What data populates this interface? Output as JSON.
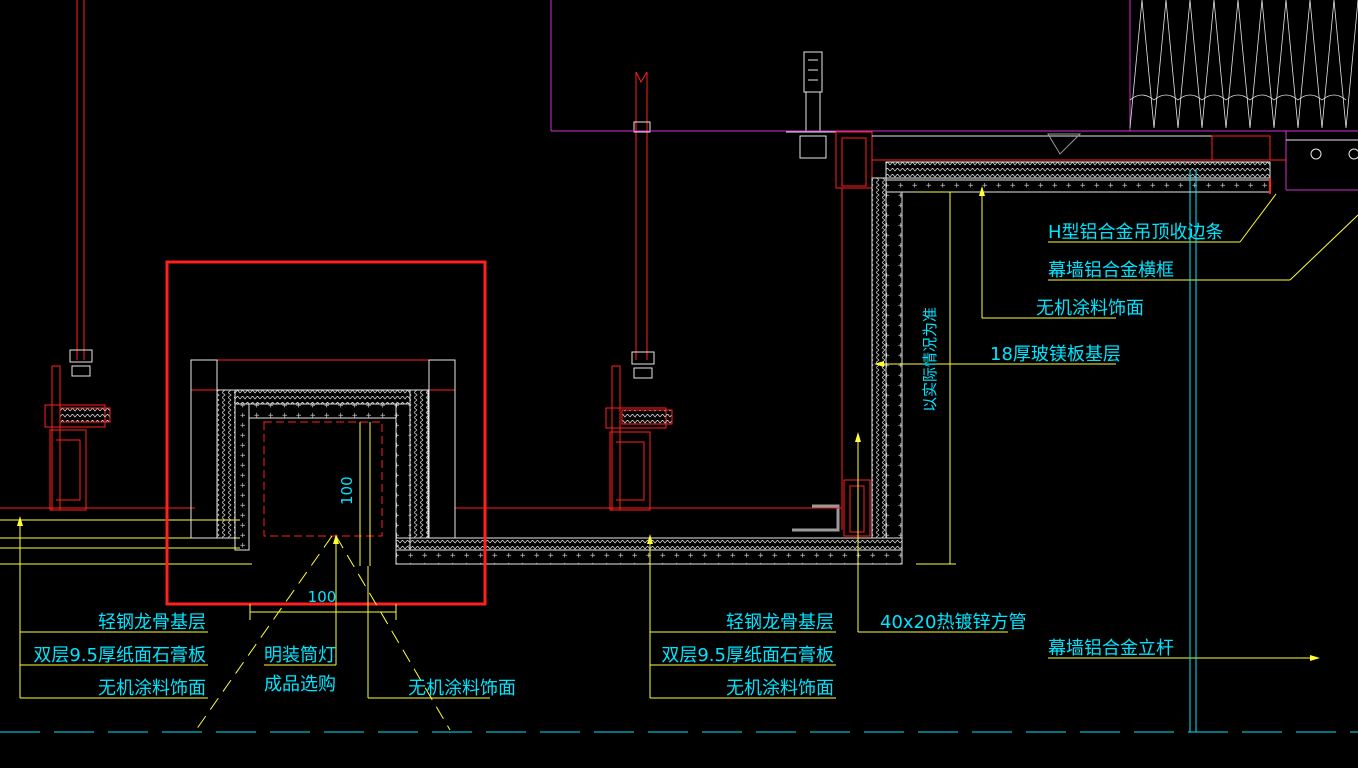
{
  "colors": {
    "background": "#000000",
    "red": "#ff2020",
    "yellow": "#ffff33",
    "cyan": "#00e5ff",
    "magenta": "#cc33cc",
    "white": "#e6e6e6",
    "grey": "#9a9a9a"
  },
  "labels": {
    "left_stack": {
      "line1": "轻钢龙骨基层",
      "line2": "双层9.5厚纸面石膏板",
      "line3": "无机涂料饰面"
    },
    "lamp": {
      "line1": "明装筒灯",
      "line2": "成品选购"
    },
    "center_finish": "无机涂料饰面",
    "mid_stack": {
      "line1": "轻钢龙骨基层",
      "line2": "双层9.5厚纸面石膏板",
      "line3": "无机涂料饰面"
    },
    "tube": "40x20热镀锌方管",
    "mullion": "幕墙铝合金立杆",
    "right": {
      "h_trim": "H型铝合金吊顶收边条",
      "transom": "幕墙铝合金横框",
      "finish": "无机涂料饰面",
      "board": "18厚玻镁板基层"
    },
    "vertical_note": "以实际情况为准"
  },
  "dimensions": {
    "height": "100",
    "width": "100"
  }
}
